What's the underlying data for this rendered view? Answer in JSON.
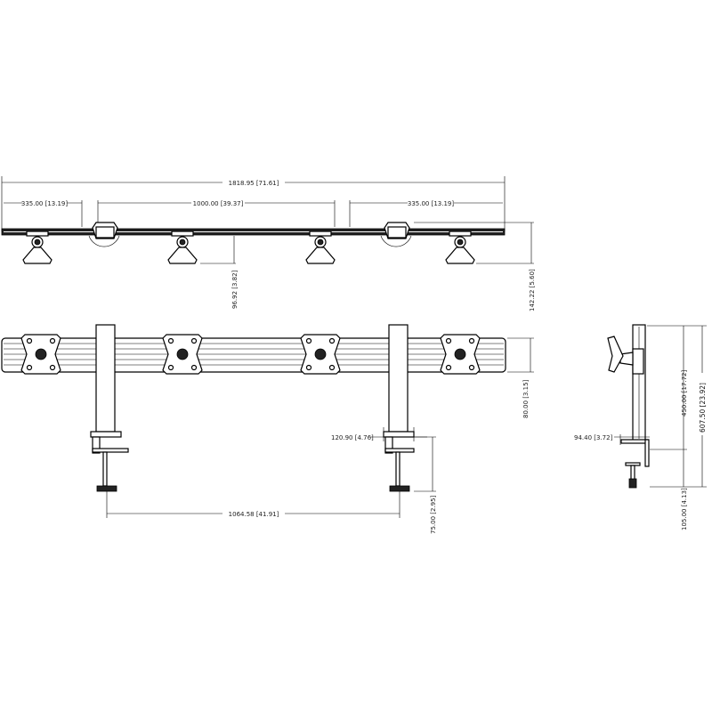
{
  "dimensions": {
    "overall_width": "1818.95 [71.61]",
    "left_overhang": "335.00 [13.19]",
    "pole_spacing_top": "1000.00 [39.37]",
    "right_overhang": "335.00 [13.19]",
    "mount_depth": "96.92 [3.82]",
    "overall_depth": "142.22 [5.60]",
    "bar_height": "80.00 [3.15]",
    "clamp_width": "120.90 [4.76]",
    "clamp_spacing": "1064.58 [41.91]",
    "clamp_depth": "75.00 [2.95]",
    "side_clamp_offset": "94.40 [3.72]",
    "pole_height": "450.00 [17.72]",
    "overall_height": "607.50 [23.92]",
    "clamp_height": "105.00 [4.13]"
  }
}
